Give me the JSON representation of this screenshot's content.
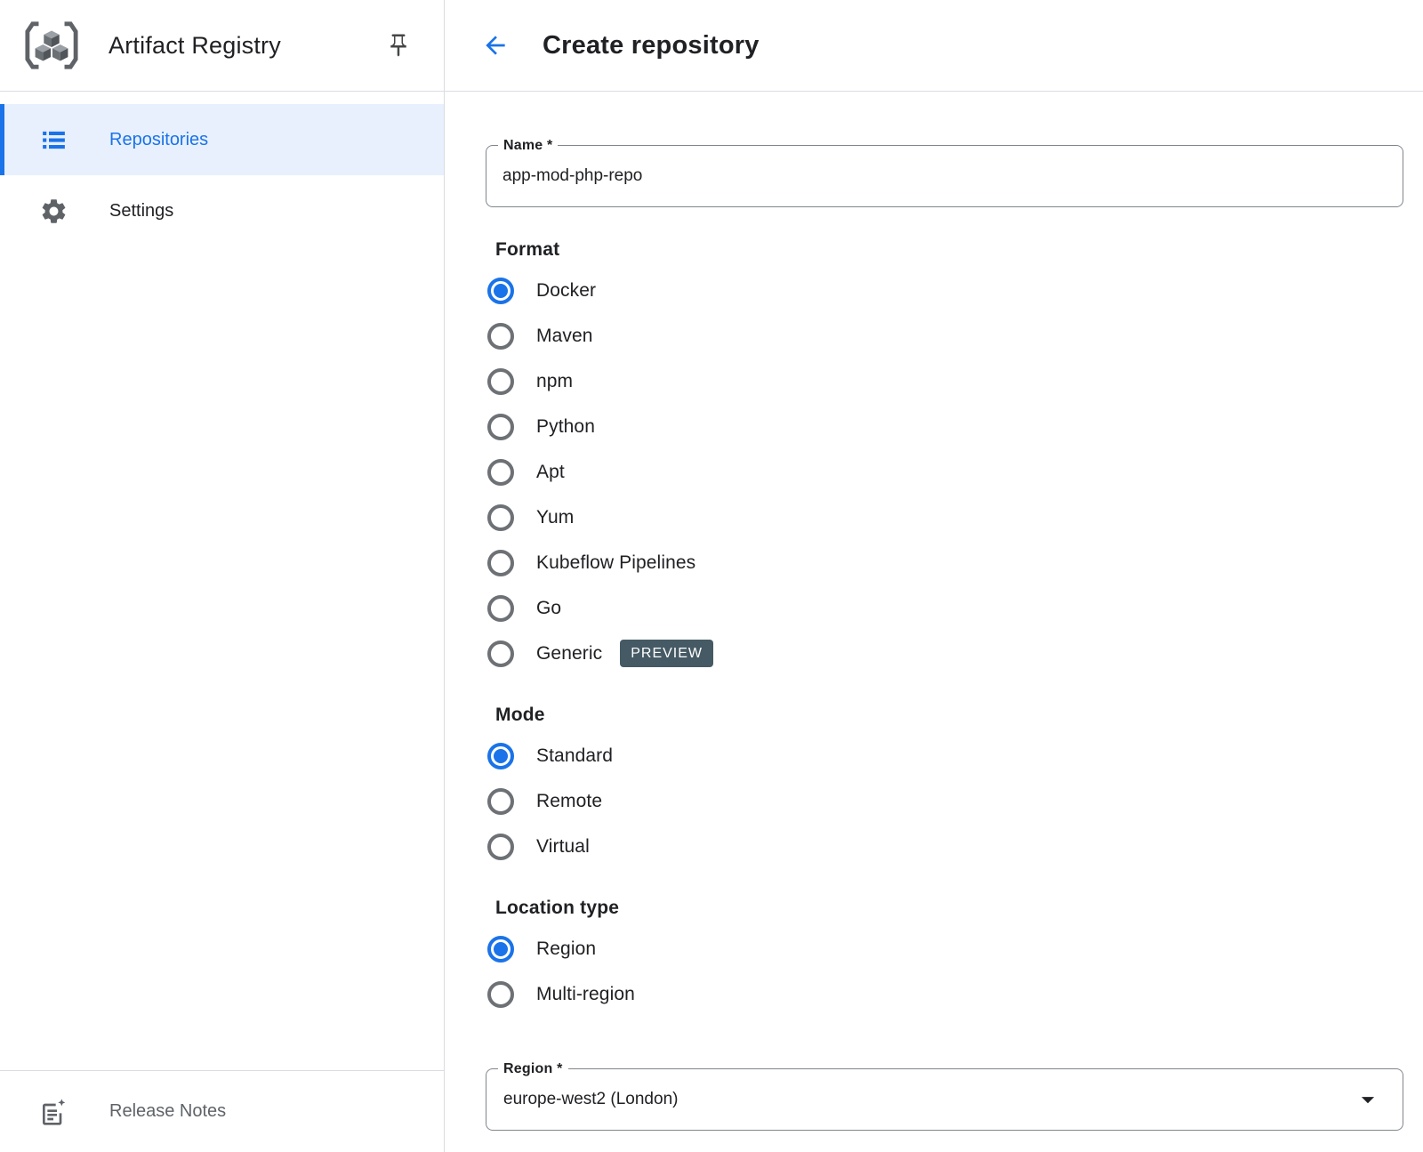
{
  "sidebar": {
    "app_title": "Artifact Registry",
    "items": [
      {
        "label": "Repositories",
        "selected": true,
        "icon": "list-icon"
      },
      {
        "label": "Settings",
        "selected": false,
        "icon": "gear-icon"
      }
    ],
    "footer": {
      "label": "Release Notes",
      "icon": "release-notes-icon"
    }
  },
  "header": {
    "title": "Create repository",
    "back_icon": "back-arrow-icon"
  },
  "form": {
    "name_field": {
      "label": "Name *",
      "value": "app-mod-php-repo"
    },
    "format": {
      "label": "Format",
      "options": [
        {
          "label": "Docker",
          "selected": true
        },
        {
          "label": "Maven",
          "selected": false
        },
        {
          "label": "npm",
          "selected": false
        },
        {
          "label": "Python",
          "selected": false
        },
        {
          "label": "Apt",
          "selected": false
        },
        {
          "label": "Yum",
          "selected": false
        },
        {
          "label": "Kubeflow Pipelines",
          "selected": false
        },
        {
          "label": "Go",
          "selected": false
        },
        {
          "label": "Generic",
          "selected": false,
          "badge": "PREVIEW"
        }
      ]
    },
    "mode": {
      "label": "Mode",
      "options": [
        {
          "label": "Standard",
          "selected": true
        },
        {
          "label": "Remote",
          "selected": false
        },
        {
          "label": "Virtual",
          "selected": false
        }
      ]
    },
    "location_type": {
      "label": "Location type",
      "options": [
        {
          "label": "Region",
          "selected": true
        },
        {
          "label": "Multi-region",
          "selected": false
        }
      ]
    },
    "region_field": {
      "label": "Region *",
      "value": "europe-west2 (London)"
    }
  },
  "colors": {
    "accent_blue": "#1a73e8",
    "selected_item_bg": "#e8f0fe",
    "preview_badge_bg": "#455a64",
    "divider": "#dadce0",
    "text_primary": "#202124",
    "icon_gray": "#5f6368",
    "field_border": "#80868b"
  }
}
